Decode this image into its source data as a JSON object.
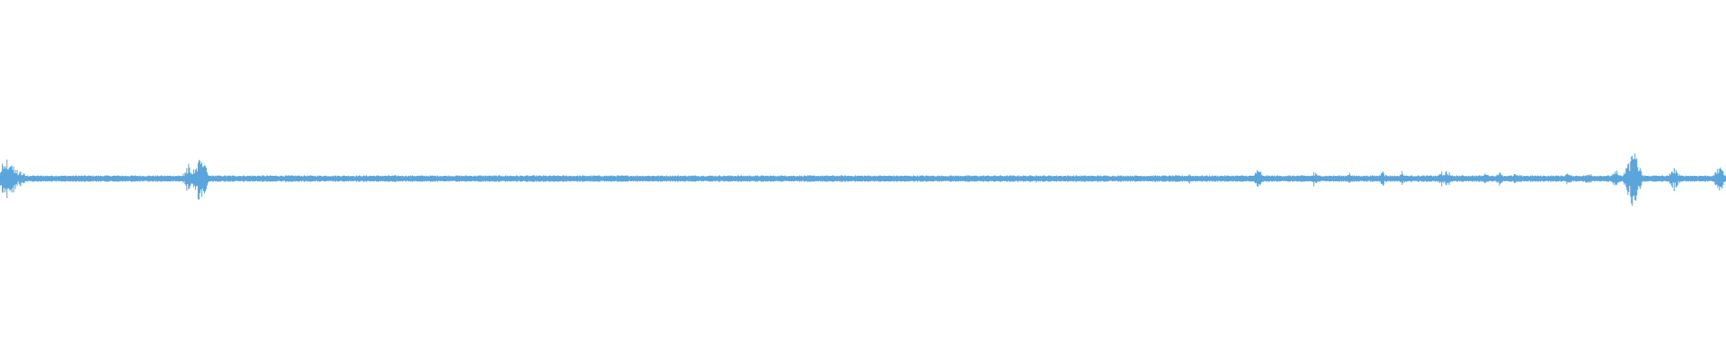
{
  "chart_data": {
    "type": "line",
    "chart_kind": "audio-waveform",
    "title": "",
    "xlabel": "",
    "ylabel": "",
    "axes_visible": false,
    "grid": false,
    "legend": "none",
    "x_range": [
      0,
      1
    ],
    "y_range": [
      -1,
      1
    ],
    "color": "#5aa5dc",
    "background": "#ffffff",
    "baseline_amplitude": 0.012,
    "bursts": [
      {
        "x": 0.001,
        "amplitude": 0.12
      },
      {
        "x": 0.004,
        "amplitude": 0.16
      },
      {
        "x": 0.007,
        "amplitude": 0.12
      },
      {
        "x": 0.012,
        "amplitude": 0.06
      },
      {
        "x": 0.109,
        "amplitude": 0.1
      },
      {
        "x": 0.116,
        "amplitude": 0.17
      },
      {
        "x": 0.278,
        "amplitude": 0.03
      },
      {
        "x": 0.322,
        "amplitude": 0.025
      },
      {
        "x": 0.455,
        "amplitude": 0.025
      },
      {
        "x": 0.511,
        "amplitude": 0.02
      },
      {
        "x": 0.6,
        "amplitude": 0.025
      },
      {
        "x": 0.689,
        "amplitude": 0.03
      },
      {
        "x": 0.729,
        "amplitude": 0.07
      },
      {
        "x": 0.761,
        "amplitude": 0.05
      },
      {
        "x": 0.782,
        "amplitude": 0.04
      },
      {
        "x": 0.801,
        "amplitude": 0.05
      },
      {
        "x": 0.812,
        "amplitude": 0.045
      },
      {
        "x": 0.835,
        "amplitude": 0.05
      },
      {
        "x": 0.838,
        "amplitude": 0.06
      },
      {
        "x": 0.861,
        "amplitude": 0.04
      },
      {
        "x": 0.869,
        "amplitude": 0.05
      },
      {
        "x": 0.878,
        "amplitude": 0.04
      },
      {
        "x": 0.908,
        "amplitude": 0.05
      },
      {
        "x": 0.92,
        "amplitude": 0.05
      },
      {
        "x": 0.936,
        "amplitude": 0.07
      },
      {
        "x": 0.946,
        "amplitude": 0.2
      },
      {
        "x": 0.97,
        "amplitude": 0.09
      },
      {
        "x": 0.996,
        "amplitude": 0.1
      }
    ]
  }
}
